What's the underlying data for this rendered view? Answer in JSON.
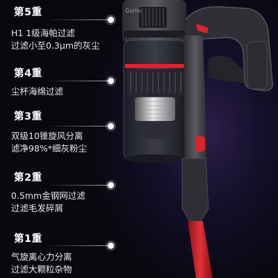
{
  "product": {
    "brand_mark": "Gorlio"
  },
  "stages": [
    {
      "title": "第5重",
      "lines": [
        "H1 1级海帕过滤",
        "过滤小至0.3μm的灰尘"
      ]
    },
    {
      "title": "第4重",
      "lines": [
        "尘杯海绵过滤"
      ]
    },
    {
      "title": "第3重",
      "lines": [
        "双级10锥旋风分离",
        "滤净98%*细灰粉尘"
      ]
    },
    {
      "title": "第2重",
      "lines": [
        "0.5mm金钢网过滤",
        "过滤毛发碎屑"
      ]
    },
    {
      "title": "第1重",
      "lines": [
        "气旋离心力分离",
        "过滤大颗粒杂物"
      ]
    }
  ],
  "colors": {
    "background": "#0a0b12",
    "accent_red": "#d8262e",
    "body_dark": "#3a3a40"
  }
}
